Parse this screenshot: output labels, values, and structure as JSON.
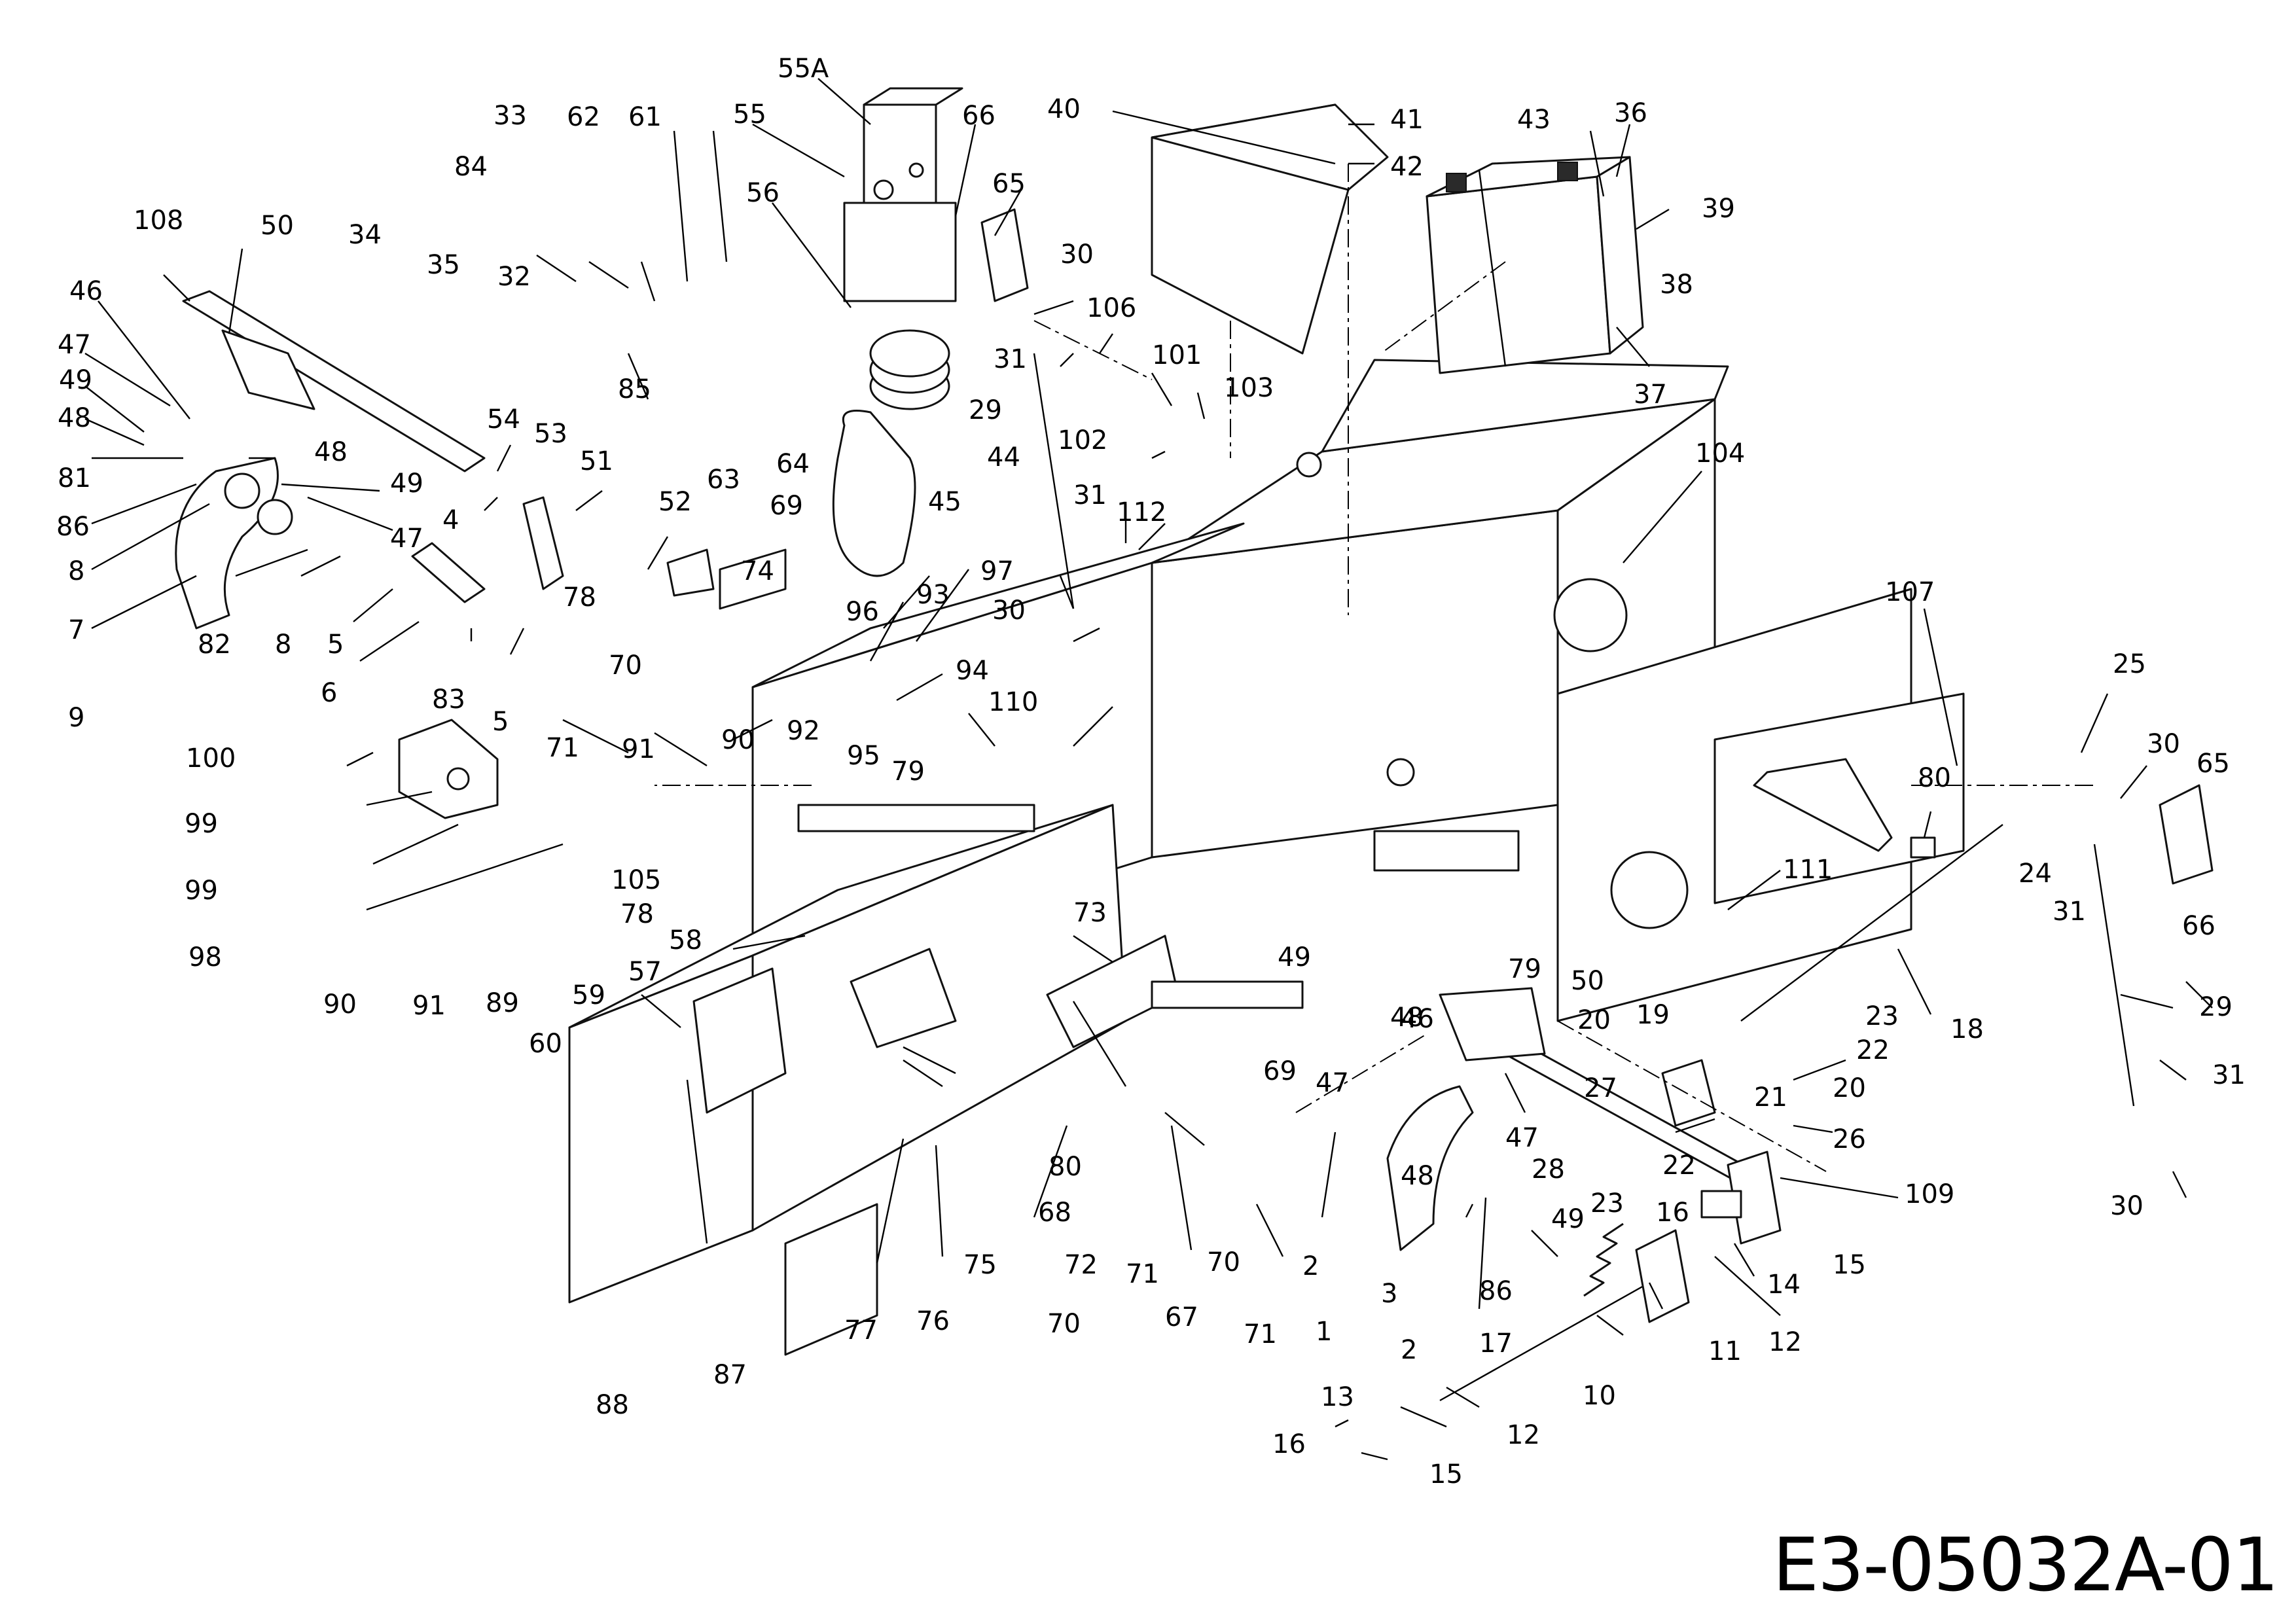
{
  "drawing_code": "E3-05032A-01",
  "callouts": {
    "c1": "1",
    "c2a": "2",
    "c2b": "2",
    "c3": "3",
    "c4": "4",
    "c5a": "5",
    "c5b": "5",
    "c6": "6",
    "c7": "7",
    "c8a": "8",
    "c8b": "8",
    "c9": "9",
    "c10": "10",
    "c11": "11",
    "c12a": "12",
    "c12b": "12",
    "c13": "13",
    "c14": "14",
    "c15a": "15",
    "c15b": "15",
    "c16a": "16",
    "c16b": "16",
    "c17": "17",
    "c18": "18",
    "c19": "19",
    "c20a": "20",
    "c20b": "20",
    "c21": "21",
    "c22a": "22",
    "c22b": "22",
    "c23a": "23",
    "c23b": "23",
    "c24": "24",
    "c25": "25",
    "c26": "26",
    "c27": "27",
    "c28": "28",
    "c29a": "29",
    "c29b": "29",
    "c30a": "30",
    "c30b": "30",
    "c30c": "30",
    "c30d": "30",
    "c31a": "31",
    "c31b": "31",
    "c31c": "31",
    "c31d": "31",
    "c32": "32",
    "c33": "33",
    "c34": "34",
    "c35": "35",
    "c36": "36",
    "c37": "37",
    "c38": "38",
    "c39": "39",
    "c40": "40",
    "c41": "41",
    "c42": "42",
    "c43": "43",
    "c44": "44",
    "c45": "45",
    "c46a": "46",
    "c46b": "46",
    "c47a": "47",
    "c47b": "47",
    "c47c": "47",
    "c47d": "47",
    "c48a": "48",
    "c48b": "48",
    "c48c": "48",
    "c48d": "48",
    "c49a": "49",
    "c49b": "49",
    "c49c": "49",
    "c49d": "49",
    "c50a": "50",
    "c50b": "50",
    "c51": "51",
    "c52": "52",
    "c53": "53",
    "c54": "54",
    "c55": "55",
    "c55A": "55A",
    "c56": "56",
    "c57": "57",
    "c58": "58",
    "c59": "59",
    "c60": "60",
    "c61": "61",
    "c62": "62",
    "c63": "63",
    "c64": "64",
    "c65a": "65",
    "c65b": "65",
    "c66a": "66",
    "c66b": "66",
    "c67": "67",
    "c68": "68",
    "c69a": "69",
    "c69b": "69",
    "c70a": "70",
    "c70b": "70",
    "c70c": "70",
    "c71a": "71",
    "c71b": "71",
    "c71c": "71",
    "c72": "72",
    "c73": "73",
    "c74": "74",
    "c75": "75",
    "c76": "76",
    "c77": "77",
    "c78a": "78",
    "c78b": "78",
    "c79a": "79",
    "c79b": "79",
    "c80a": "80",
    "c80b": "80",
    "c81": "81",
    "c82": "82",
    "c83": "83",
    "c84": "84",
    "c85": "85",
    "c86a": "86",
    "c86b": "86",
    "c87": "87",
    "c88": "88",
    "c89": "89",
    "c90a": "90",
    "c90b": "90",
    "c91a": "91",
    "c91b": "91",
    "c92": "92",
    "c93": "93",
    "c94": "94",
    "c95": "95",
    "c96": "96",
    "c97": "97",
    "c98": "98",
    "c99a": "99",
    "c99b": "99",
    "c100": "100",
    "c101": "101",
    "c102": "102",
    "c103": "103",
    "c104": "104",
    "c105": "105",
    "c106": "106",
    "c107": "107",
    "c108": "108",
    "c109": "109",
    "c110": "110",
    "c111": "111",
    "c112": "112"
  }
}
